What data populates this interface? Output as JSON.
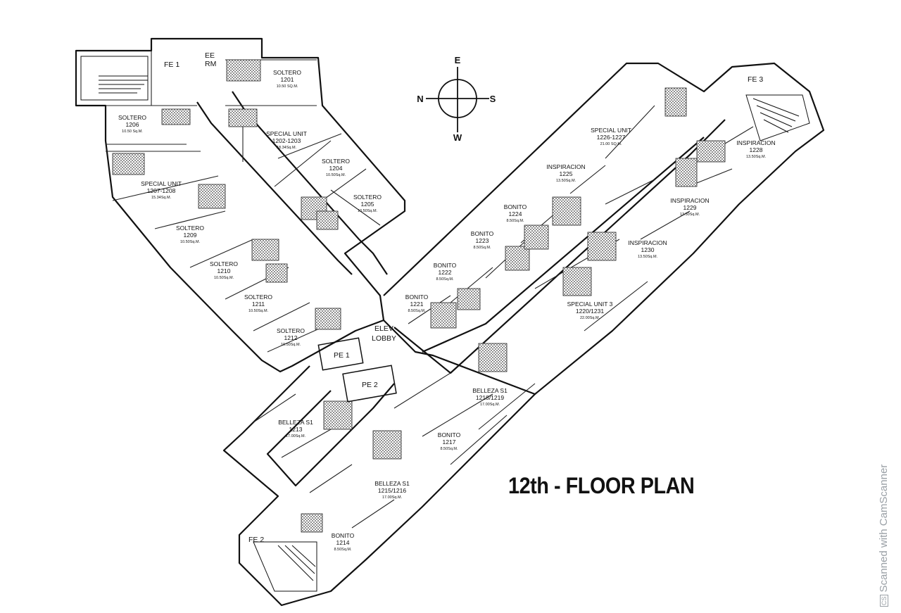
{
  "title": "12th - FLOOR PLAN",
  "watermark": {
    "logo": "CS",
    "text": "Scanned with CamScanner"
  },
  "compass": {
    "n": "N",
    "e": "E",
    "s": "S",
    "w": "W"
  },
  "service": {
    "fe1": "FE 1",
    "fe2": "FE 2",
    "fe3": "FE 3",
    "ee1": "EE",
    "ee2": "RM",
    "elev1": "ELEV",
    "elev2": "LOBBY",
    "pe1": "PE 1",
    "pe2": "PE 2"
  },
  "units": {
    "u1201": {
      "name": "SOLTERO",
      "num": "1201",
      "area": "10.50 SQ.M."
    },
    "u1202": {
      "name": "SPECIAL UNIT",
      "num": "1202-1203",
      "area": "18.34Sq.M."
    },
    "u1204": {
      "name": "SOLTERO",
      "num": "1204",
      "area": "10.50Sq.M."
    },
    "u1205": {
      "name": "SOLTERO",
      "num": "1205",
      "area": "10.50Sq.M."
    },
    "u1206": {
      "name": "SOLTERO",
      "num": "1206",
      "area": "10.50 Sq.M."
    },
    "u1207": {
      "name": "SPECIAL UNIT",
      "num": "1207-1208",
      "area": "15.34Sq.M."
    },
    "u1209": {
      "name": "SOLTERO",
      "num": "1209",
      "area": "10.50Sq.M."
    },
    "u1210": {
      "name": "SOLTERO",
      "num": "1210",
      "area": "10.50Sq.M."
    },
    "u1211": {
      "name": "SOLTERO",
      "num": "1211",
      "area": "10.50Sq.M."
    },
    "u1212": {
      "name": "SOLTERO",
      "num": "1212",
      "area": "10.50Sq.M."
    },
    "u1213": {
      "name": "BELLEZA S1",
      "num": "1213",
      "area": "17.00Sq.M."
    },
    "u1214": {
      "name": "BONITO",
      "num": "1214",
      "area": "8.50Sq.M."
    },
    "u1215": {
      "name": "BELLEZA S1",
      "num": "1215/1216",
      "area": "17.00Sq.M."
    },
    "u1217": {
      "name": "BONITO",
      "num": "1217",
      "area": "8.50Sq.M."
    },
    "u1218": {
      "name": "BELLEZA S1",
      "num": "1218/1219",
      "area": "17.00Sq.M."
    },
    "u1220": {
      "name": "SPECIAL UNIT 3",
      "num": "1220/1231",
      "area": "22.00Sq.M."
    },
    "u1221": {
      "name": "BONITO",
      "num": "1221",
      "area": "8.50Sq.M."
    },
    "u1222": {
      "name": "BONITO",
      "num": "1222",
      "area": "8.50Sq.M."
    },
    "u1223": {
      "name": "BONITO",
      "num": "1223",
      "area": "8.50Sq.M."
    },
    "u1224": {
      "name": "BONITO",
      "num": "1224",
      "area": "8.50Sq.M."
    },
    "u1225": {
      "name": "INSPIRACION",
      "num": "1225",
      "area": "13.50Sq.M."
    },
    "u1226": {
      "name": "SPECIAL UNIT",
      "num": "1226-1227",
      "area": "21.00 SQ.M."
    },
    "u1228": {
      "name": "INSPIRACION",
      "num": "1228",
      "area": "13.50Sq.M."
    },
    "u1229": {
      "name": "INSPIRACION",
      "num": "1229",
      "area": "13.50Sq.M."
    },
    "u1230": {
      "name": "INSPIRACION",
      "num": "1230",
      "area": "13.50Sq.M."
    }
  }
}
